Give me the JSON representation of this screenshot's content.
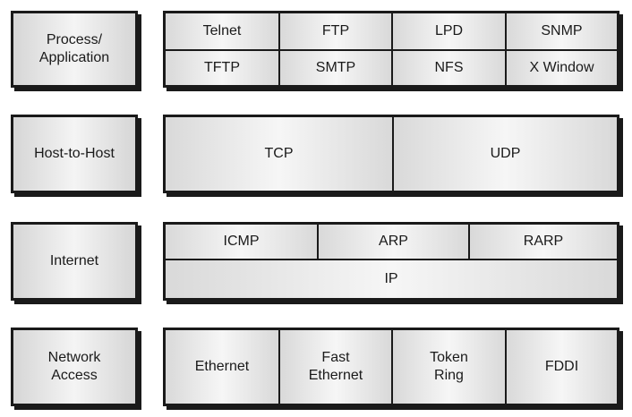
{
  "layers": [
    {
      "name": "Process/\nApplication"
    },
    {
      "name": "Host-to-Host"
    },
    {
      "name": "Internet"
    },
    {
      "name": "Network\nAccess"
    }
  ],
  "application_protocols": {
    "row1": [
      "Telnet",
      "FTP",
      "LPD",
      "SNMP"
    ],
    "row2": [
      "TFTP",
      "SMTP",
      "NFS",
      "X Window"
    ]
  },
  "transport_protocols": [
    "TCP",
    "UDP"
  ],
  "internet_protocols": {
    "top": [
      "ICMP",
      "ARP",
      "RARP"
    ],
    "bottom": "IP"
  },
  "network_protocols": [
    "Ethernet",
    "Fast\nEthernet",
    "Token\nRing",
    "FDDI"
  ]
}
